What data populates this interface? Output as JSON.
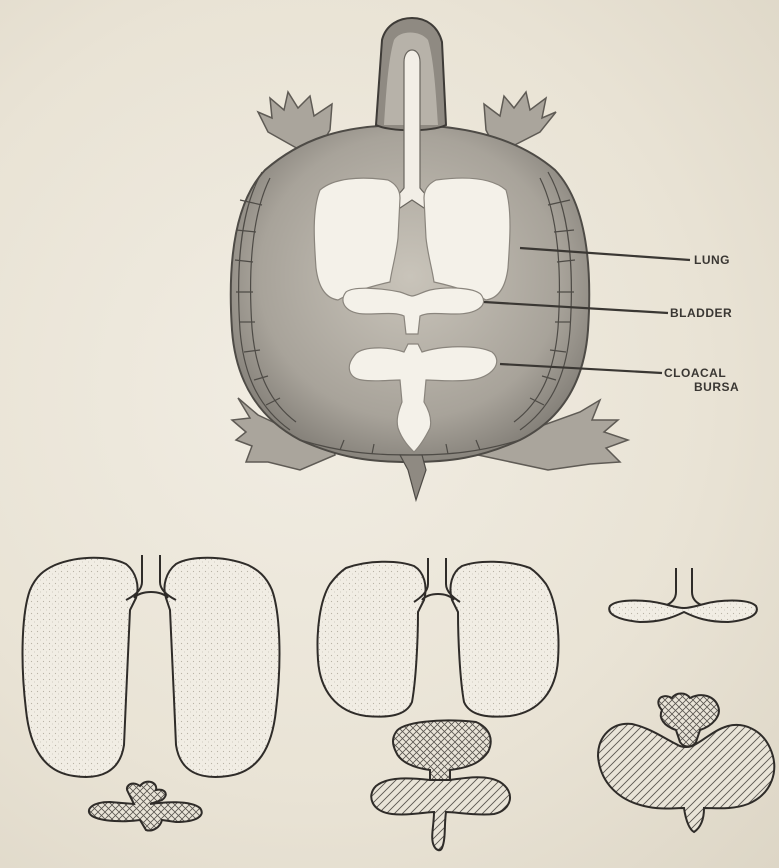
{
  "labels": {
    "lung": "LUNG",
    "bladder": "BLADDER",
    "cloacal_line1": "CLOACAL",
    "cloacal_line2": "BURSA"
  },
  "colors": {
    "paper": "#ebe6d9",
    "ink": "#3a3733",
    "shell_shading": "#8d8a84",
    "organ_fill": "#f4f1e9",
    "stipple": "#b9b3a6"
  }
}
